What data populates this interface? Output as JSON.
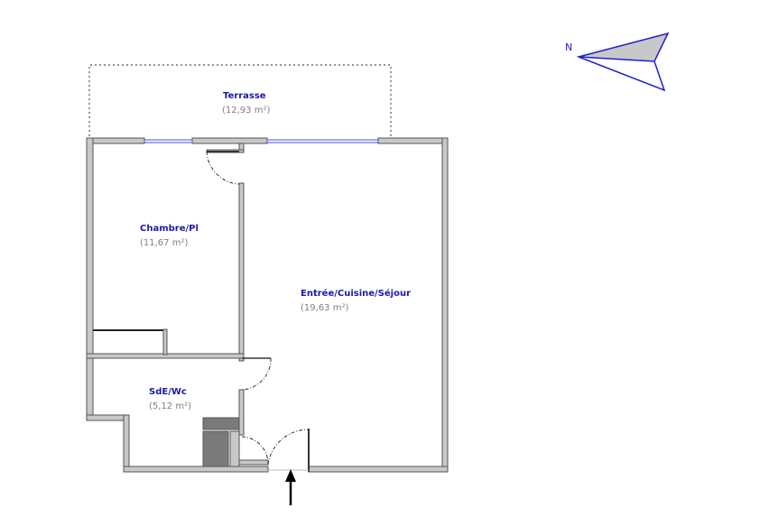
{
  "compass": {
    "label": "N"
  },
  "rooms": [
    {
      "name": "Terrasse",
      "area": "(12,93 m²)"
    },
    {
      "name": "Chambre/Pl",
      "area": "(11,67 m²)"
    },
    {
      "name": "Entrée/Cuisine/Séjour",
      "area": "(19,63 m²)"
    },
    {
      "name": "SdE/Wc",
      "area": "(5,12 m²)"
    }
  ],
  "colors": {
    "label": "#1a1aa8",
    "area": "#808080",
    "window": "#4a4ae0",
    "compass": "#2020d0"
  }
}
